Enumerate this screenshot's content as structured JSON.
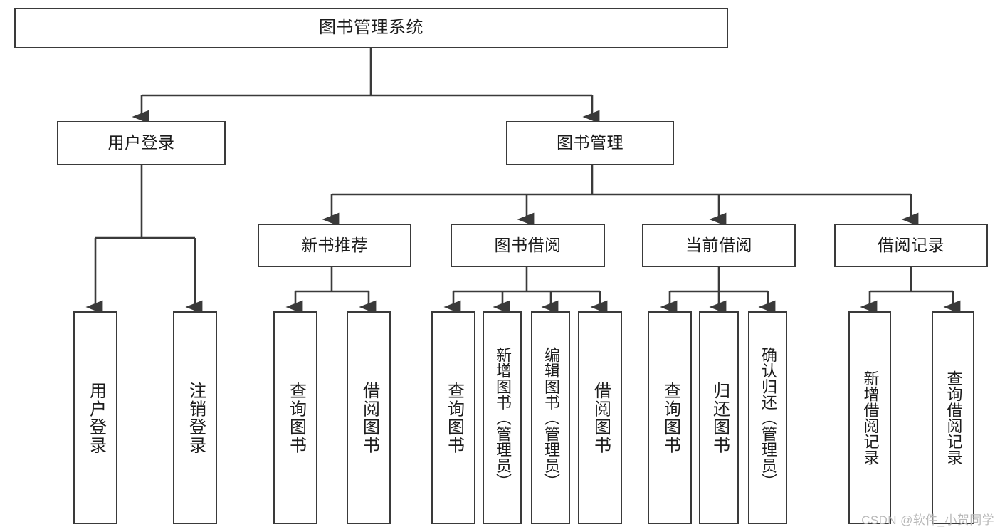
{
  "diagram": {
    "type": "tree-hierarchy-chart",
    "title": "图书管理系统",
    "stroke_color": "#3a3a3a",
    "fill_color": "#ffffff",
    "text_color": "#1c1c1c",
    "watermark": "CSDN @软件_小贺同学",
    "levels": {
      "root": "图书管理系统",
      "level2": [
        "用户登录",
        "图书管理"
      ],
      "level3": [
        "新书推荐",
        "图书借阅",
        "当前借阅",
        "借阅记录"
      ],
      "leaves": [
        "用户登录",
        "注销登录",
        "查询图书",
        "借阅图书",
        "查询图书",
        "新增图书（管理员）",
        "编辑图书（管理员）",
        "借阅图书",
        "查询图书",
        "归还图书",
        "确认归还（管理员）",
        "新增借阅记录",
        "查询借阅记录"
      ]
    },
    "nodes": {
      "root": {
        "label": "图书管理系统"
      },
      "user_login": {
        "label": "用户登录"
      },
      "book_manage": {
        "label": "图书管理"
      },
      "new_book_rec": {
        "label": "新书推荐"
      },
      "book_borrow": {
        "label": "图书借阅"
      },
      "current_borrow": {
        "label": "当前借阅"
      },
      "borrow_record": {
        "label": "借阅记录"
      },
      "leaf_user_login": {
        "label": "用户登录"
      },
      "leaf_logout": {
        "label": "注销登录"
      },
      "leaf_query_book_a": {
        "label": "查询图书"
      },
      "leaf_borrow_book_a": {
        "label": "借阅图书"
      },
      "leaf_query_book_b": {
        "label": "查询图书"
      },
      "leaf_add_book": {
        "label": "新增图书（管理员）"
      },
      "leaf_edit_book": {
        "label": "编辑图书（管理员）"
      },
      "leaf_borrow_book_b": {
        "label": "借阅图书"
      },
      "leaf_query_book_c": {
        "label": "查询图书"
      },
      "leaf_return_book": {
        "label": "归还图书"
      },
      "leaf_confirm_return": {
        "label": "确认归还（管理员）"
      },
      "leaf_add_record": {
        "label": "新增借阅记录"
      },
      "leaf_query_record": {
        "label": "查询借阅记录"
      }
    },
    "edges": [
      {
        "from": "root",
        "to": "user_login"
      },
      {
        "from": "root",
        "to": "book_manage"
      },
      {
        "from": "user_login",
        "to": "leaf_user_login"
      },
      {
        "from": "user_login",
        "to": "leaf_logout"
      },
      {
        "from": "book_manage",
        "to": "new_book_rec"
      },
      {
        "from": "book_manage",
        "to": "book_borrow"
      },
      {
        "from": "book_manage",
        "to": "current_borrow"
      },
      {
        "from": "book_manage",
        "to": "borrow_record"
      },
      {
        "from": "new_book_rec",
        "to": "leaf_query_book_a"
      },
      {
        "from": "new_book_rec",
        "to": "leaf_borrow_book_a"
      },
      {
        "from": "book_borrow",
        "to": "leaf_query_book_b"
      },
      {
        "from": "book_borrow",
        "to": "leaf_add_book"
      },
      {
        "from": "book_borrow",
        "to": "leaf_edit_book"
      },
      {
        "from": "book_borrow",
        "to": "leaf_borrow_book_b"
      },
      {
        "from": "current_borrow",
        "to": "leaf_query_book_c"
      },
      {
        "from": "current_borrow",
        "to": "leaf_return_book"
      },
      {
        "from": "current_borrow",
        "to": "leaf_confirm_return"
      },
      {
        "from": "borrow_record",
        "to": "leaf_add_record"
      },
      {
        "from": "borrow_record",
        "to": "leaf_query_record"
      }
    ]
  }
}
